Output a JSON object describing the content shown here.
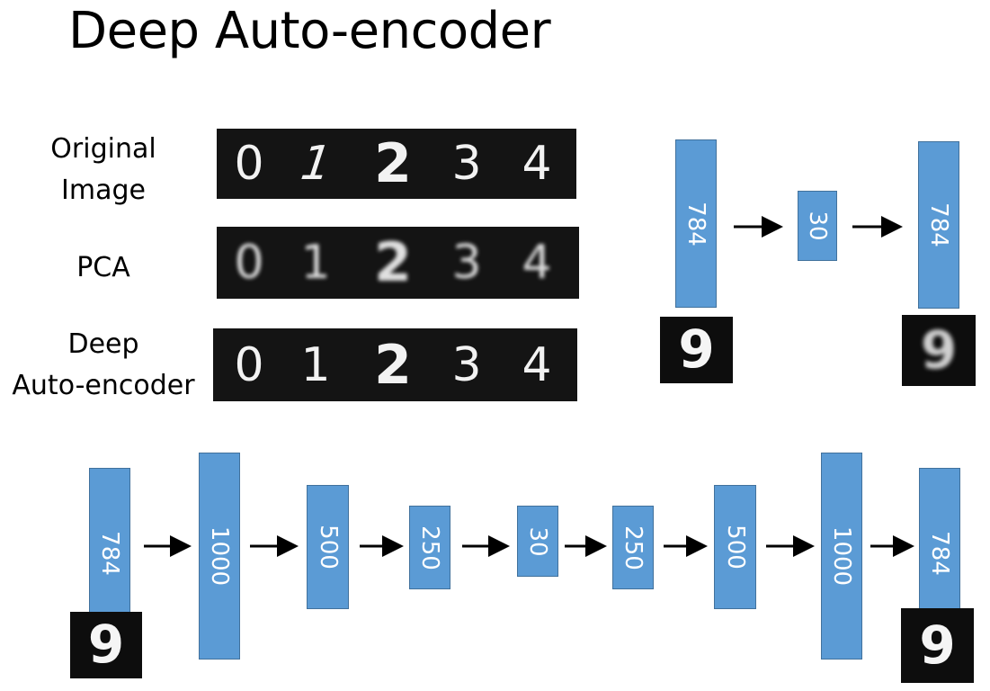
{
  "title": "Deep Auto-encoder",
  "labels": {
    "original": [
      "Original",
      "Image"
    ],
    "pca": "PCA",
    "deep": [
      "Deep",
      "Auto-encoder"
    ]
  },
  "strip_digits": [
    "0",
    "1",
    "2",
    "3",
    "4"
  ],
  "small_network": [
    "784",
    "30",
    "784"
  ],
  "small_network_thumbs": [
    "9",
    "9"
  ],
  "deep_network": [
    "784",
    "1000",
    "500",
    "250",
    "30",
    "250",
    "500",
    "1000",
    "784"
  ],
  "deep_network_thumbs": [
    "9",
    "9"
  ],
  "colors": {
    "bar": "#5b9bd5",
    "bar_border": "#41719c",
    "strip": "#141414"
  }
}
